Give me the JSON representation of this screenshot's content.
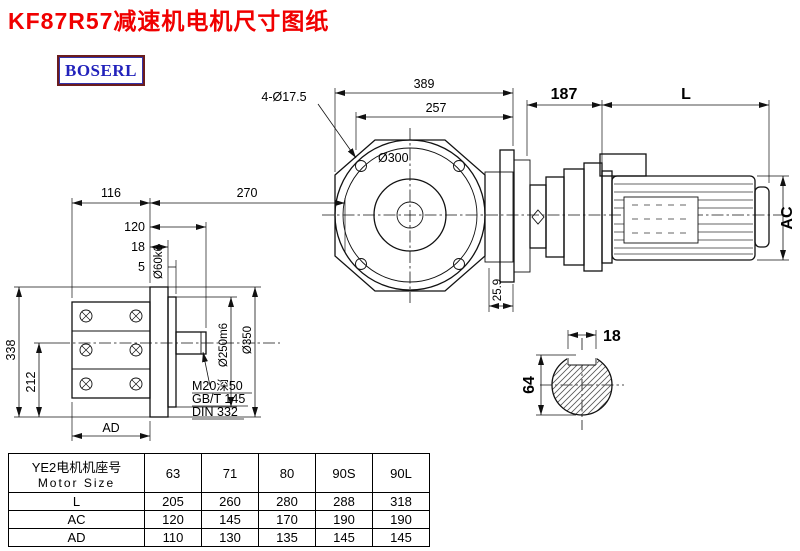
{
  "page": {
    "title": "KF87R57减速机电机尺寸图纸",
    "brand": "BOSERL"
  },
  "dims": {
    "top_width": "389",
    "face_width": "257",
    "bolt_holes": "4-Ø17.5",
    "flange_circle": "Ø300",
    "face_offset": "25.9",
    "adapter_length": "187",
    "motor_length": "L",
    "motor_diameter": "AC",
    "body_width": "116",
    "body_depth": "270",
    "shaft_length": "120",
    "flange_thickness": "18",
    "spigot_step": "5",
    "shaft_diameter": "Ø60k6",
    "spigot_diameter": "Ø250m6",
    "flange_diameter": "Ø350",
    "overall_height": "338",
    "center_height": "212",
    "body_ad": "AD",
    "tap_note_1": "M20深50",
    "tap_note_2": "GB/T 145",
    "tap_note_3": "DIN 332",
    "key_width": "18",
    "shaft_end_diameter": "64"
  },
  "table": {
    "header_cn": "YE2电机机座号",
    "header_en": "Motor Size",
    "columns": [
      "63",
      "71",
      "80",
      "90S",
      "90L"
    ],
    "rows": [
      {
        "label": "L",
        "values": [
          "205",
          "260",
          "280",
          "288",
          "318"
        ]
      },
      {
        "label": "AC",
        "values": [
          "120",
          "145",
          "170",
          "190",
          "190"
        ]
      },
      {
        "label": "AD",
        "values": [
          "110",
          "130",
          "135",
          "145",
          "145"
        ]
      }
    ]
  }
}
